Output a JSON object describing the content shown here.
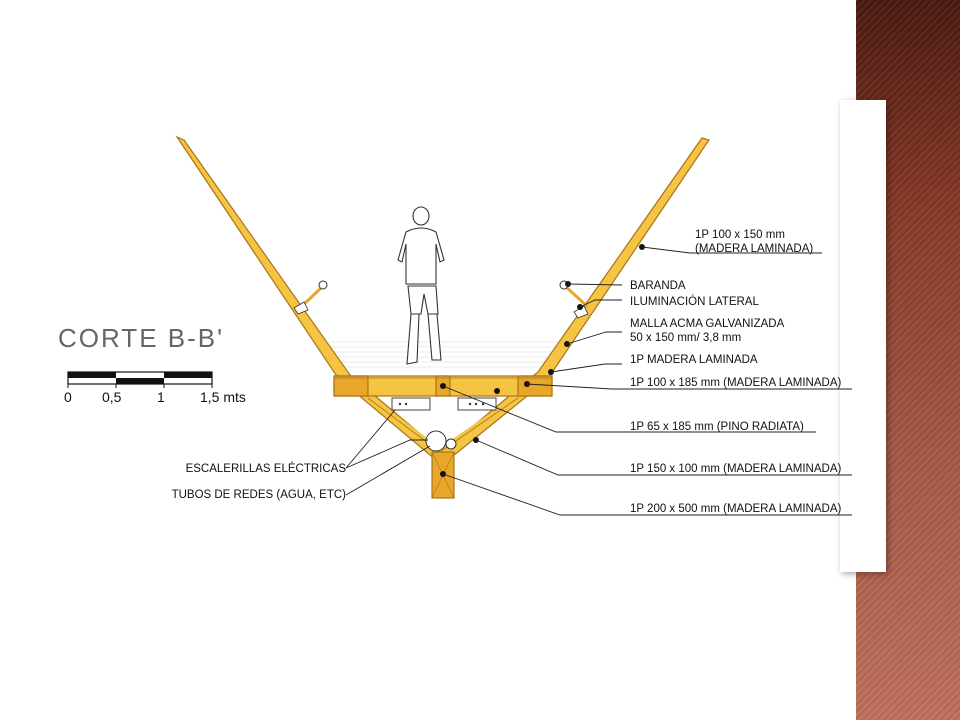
{
  "title": "CORTE B-B'",
  "scale": {
    "ticks": [
      "0",
      "0,5",
      "1",
      "1,5 mts"
    ]
  },
  "labels_right": [
    {
      "line1": "1P 100 x 150 mm",
      "line2": "(MADERA LAMINADA)"
    },
    {
      "line1": "BARANDA",
      "line2": ""
    },
    {
      "line1": "ILUMINACIÓN LATERAL",
      "line2": ""
    },
    {
      "line1": "MALLA ACMA GALVANIZADA",
      "line2": "50 x 150 mm/ 3,8 mm"
    },
    {
      "line1": "1P MADERA LAMINADA",
      "line2": ""
    },
    {
      "line1": "1P 100 x 185 mm (MADERA LAMINADA)",
      "line2": ""
    },
    {
      "line1": "1P  65 x 185 mm (PINO RADIATA)",
      "line2": ""
    },
    {
      "line1": "1P 150 x 100 mm (MADERA LAMINADA)",
      "line2": ""
    },
    {
      "line1": "1P 200 x 500 mm (MADERA LAMINADA)",
      "line2": ""
    }
  ],
  "labels_left": [
    {
      "text": "ESCALERILLAS ELÉCTRICAS"
    },
    {
      "text": "TUBOS DE REDES (AGUA, ETC)"
    }
  ],
  "colors": {
    "wood": "#f6c443",
    "wood_edge": "#a8741a",
    "band_top": "#4a1a10",
    "band_bottom": "#c0705c"
  }
}
